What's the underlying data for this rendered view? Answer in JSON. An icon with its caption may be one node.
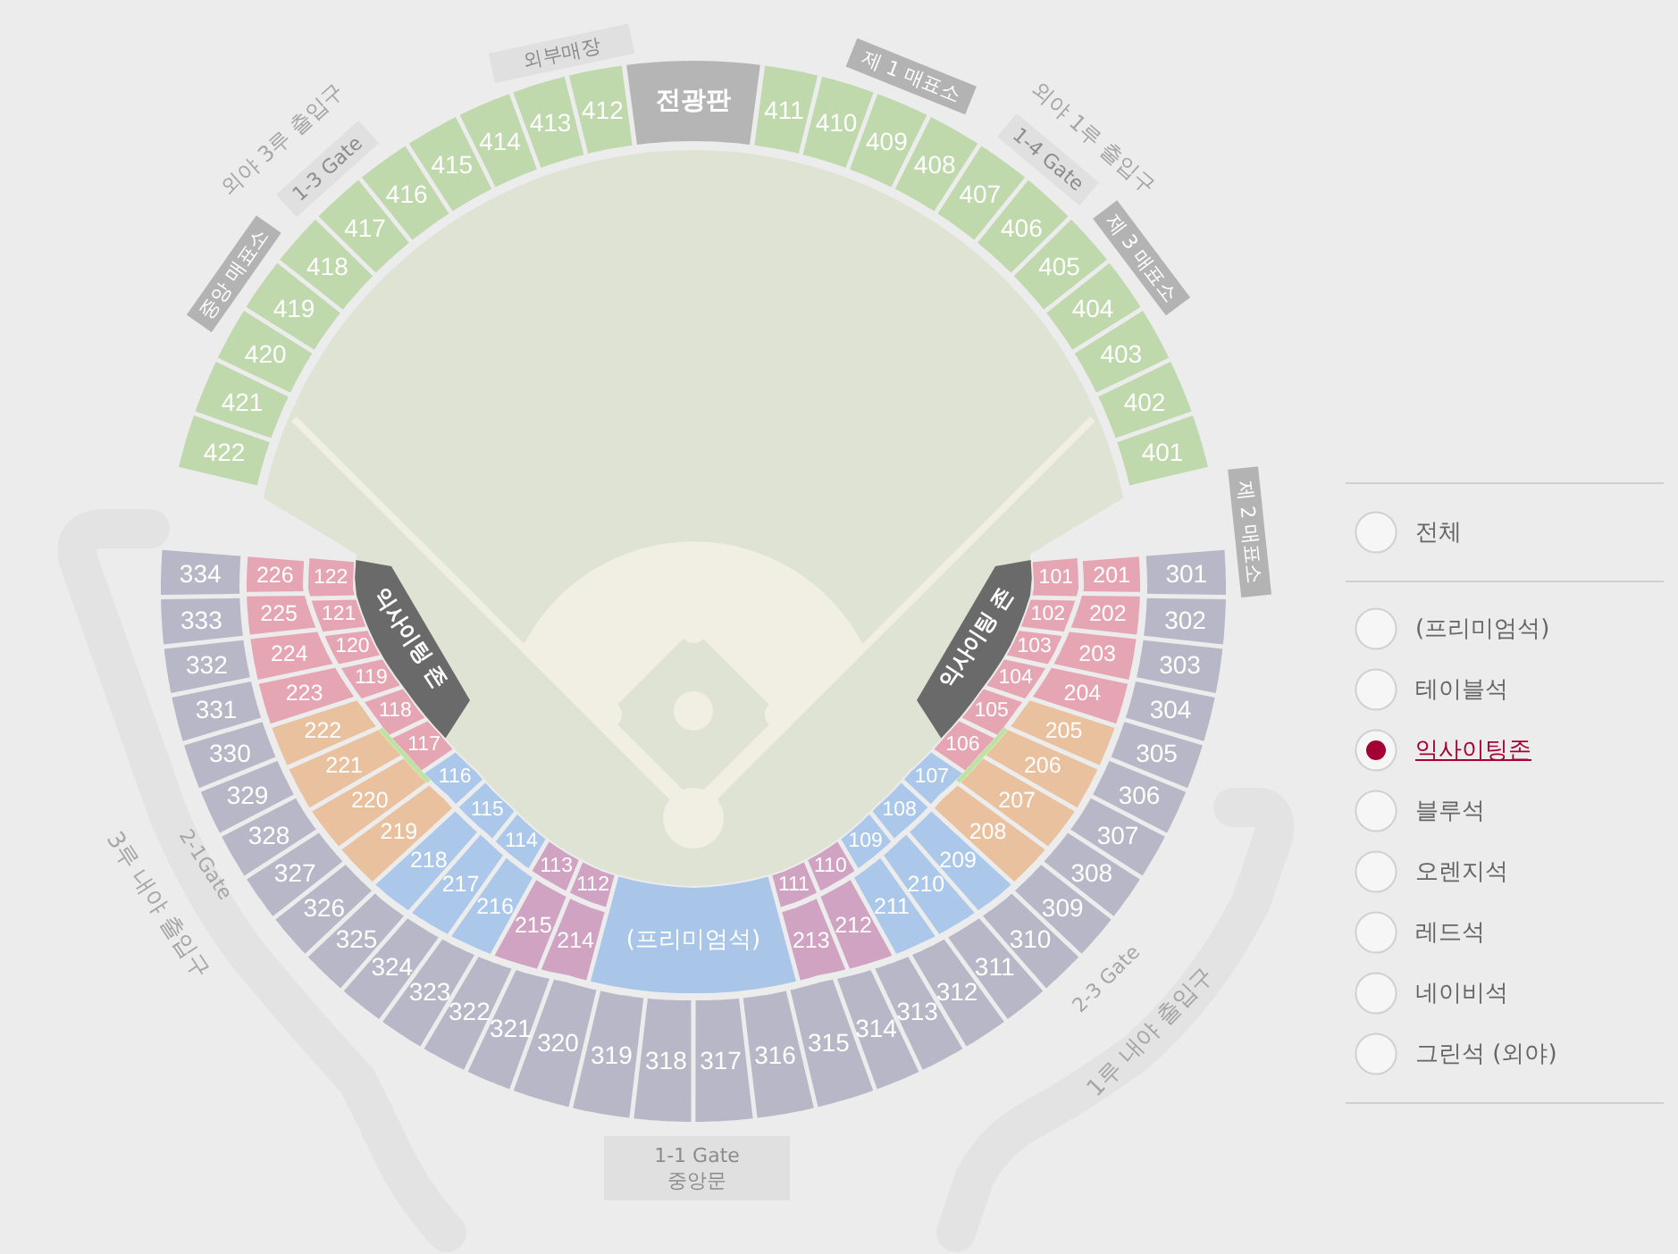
{
  "diagram": {
    "nodes": [
      {
        "text": [
          "외부매장"
        ]
      },
      {
        "text": [
          "전광판"
        ]
      },
      {
        "text": [
          "제 1 매표소"
        ]
      },
      {
        "text": [
          "1-3 Gate"
        ]
      },
      {
        "text": [
          "1-4 Gate"
        ]
      },
      {
        "text": [
          "중앙 매표소"
        ]
      },
      {
        "text": [
          "제 3 매표소"
        ]
      },
      {
        "text": [
          "제 2 매표소"
        ]
      },
      {
        "text": [
          "401"
        ]
      },
      {
        "text": [
          "402"
        ]
      },
      {
        "text": [
          "403"
        ]
      },
      {
        "text": [
          "404"
        ]
      },
      {
        "text": [
          "405"
        ]
      },
      {
        "text": [
          "406"
        ]
      },
      {
        "text": [
          "407"
        ]
      },
      {
        "text": [
          "408"
        ]
      },
      {
        "text": [
          "409"
        ]
      },
      {
        "text": [
          "410"
        ]
      },
      {
        "text": [
          "411"
        ]
      },
      {
        "text": [
          "412"
        ]
      },
      {
        "text": [
          "413"
        ]
      },
      {
        "text": [
          "414"
        ]
      },
      {
        "text": [
          "415"
        ]
      },
      {
        "text": [
          "416"
        ]
      },
      {
        "text": [
          "417"
        ]
      },
      {
        "text": [
          "418"
        ]
      },
      {
        "text": [
          "419"
        ]
      },
      {
        "text": [
          "420"
        ]
      },
      {
        "text": [
          "421"
        ]
      },
      {
        "text": [
          "422"
        ]
      },
      {
        "text": [
          "익사이팅 존"
        ]
      },
      {
        "text": [
          "익사이팅 존"
        ]
      },
      {
        "text": [
          "101"
        ]
      },
      {
        "text": [
          "102"
        ]
      },
      {
        "text": [
          "103"
        ]
      },
      {
        "text": [
          "104"
        ]
      },
      {
        "text": [
          "105"
        ]
      },
      {
        "text": [
          "106"
        ]
      },
      {
        "text": [
          "107"
        ]
      },
      {
        "text": [
          "108"
        ]
      },
      {
        "text": [
          "109"
        ]
      },
      {
        "text": [
          "110"
        ]
      },
      {
        "text": [
          "111"
        ]
      },
      {
        "text": [
          "112"
        ]
      },
      {
        "text": [
          "113"
        ]
      },
      {
        "text": [
          "114"
        ]
      },
      {
        "text": [
          "115"
        ]
      },
      {
        "text": [
          "116"
        ]
      },
      {
        "text": [
          "117"
        ]
      },
      {
        "text": [
          "118"
        ]
      },
      {
        "text": [
          "119"
        ]
      },
      {
        "text": [
          "120"
        ]
      },
      {
        "text": [
          "121"
        ]
      },
      {
        "text": [
          "122"
        ]
      },
      {
        "text": [
          "201"
        ]
      },
      {
        "text": [
          "202"
        ]
      },
      {
        "text": [
          "203"
        ]
      },
      {
        "text": [
          "204"
        ]
      },
      {
        "text": [
          "205"
        ]
      },
      {
        "text": [
          "206"
        ]
      },
      {
        "text": [
          "207"
        ]
      },
      {
        "text": [
          "208"
        ]
      },
      {
        "text": [
          "209"
        ]
      },
      {
        "text": [
          "210"
        ]
      },
      {
        "text": [
          "211"
        ]
      },
      {
        "text": [
          "212"
        ]
      },
      {
        "text": [
          "213"
        ]
      },
      {
        "text": [
          "214"
        ]
      },
      {
        "text": [
          "215"
        ]
      },
      {
        "text": [
          "216"
        ]
      },
      {
        "text": [
          "217"
        ]
      },
      {
        "text": [
          "218"
        ]
      },
      {
        "text": [
          "219"
        ]
      },
      {
        "text": [
          "220"
        ]
      },
      {
        "text": [
          "221"
        ]
      },
      {
        "text": [
          "222"
        ]
      },
      {
        "text": [
          "223"
        ]
      },
      {
        "text": [
          "224"
        ]
      },
      {
        "text": [
          "225"
        ]
      },
      {
        "text": [
          "226"
        ]
      },
      {
        "text": [
          "(프리미엄석)"
        ]
      },
      {
        "text": [
          "301"
        ]
      },
      {
        "text": [
          "302"
        ]
      },
      {
        "text": [
          "303"
        ]
      },
      {
        "text": [
          "304"
        ]
      },
      {
        "text": [
          "305"
        ]
      },
      {
        "text": [
          "306"
        ]
      },
      {
        "text": [
          "307"
        ]
      },
      {
        "text": [
          "308"
        ]
      },
      {
        "text": [
          "309"
        ]
      },
      {
        "text": [
          "310"
        ]
      },
      {
        "text": [
          "311"
        ]
      },
      {
        "text": [
          "312"
        ]
      },
      {
        "text": [
          "313"
        ]
      },
      {
        "text": [
          "314"
        ]
      },
      {
        "text": [
          "315"
        ]
      },
      {
        "text": [
          "316"
        ]
      },
      {
        "text": [
          "317"
        ]
      },
      {
        "text": [
          "318"
        ]
      },
      {
        "text": [
          "319"
        ]
      },
      {
        "text": [
          "320"
        ]
      },
      {
        "text": [
          "321"
        ]
      },
      {
        "text": [
          "322"
        ]
      },
      {
        "text": [
          "323"
        ]
      },
      {
        "text": [
          "324"
        ]
      },
      {
        "text": [
          "325"
        ]
      },
      {
        "text": [
          "326"
        ]
      },
      {
        "text": [
          "327"
        ]
      },
      {
        "text": [
          "328"
        ]
      },
      {
        "text": [
          "329"
        ]
      },
      {
        "text": [
          "330"
        ]
      },
      {
        "text": [
          "331"
        ]
      },
      {
        "text": [
          "332"
        ]
      },
      {
        "text": [
          "333"
        ]
      },
      {
        "text": [
          "334"
        ]
      },
      {
        "text": [
          "1-1 Gate",
          "중앙문"
        ]
      }
    ],
    "labels": [
      "외야 3루 출입구",
      "외야 1루 출입구",
      "3루 내야 출입구",
      "2-1Gate",
      "2-3 Gate",
      "1루 내야 출입구"
    ],
    "legend": [
      {
        "text": "전체"
      },
      {
        "text": "(프리미엄석)"
      },
      {
        "text": "테이블석"
      },
      {
        "text": "익사이팅존"
      },
      {
        "text": "블루석"
      },
      {
        "text": "오렌지석"
      },
      {
        "text": "레드석"
      },
      {
        "text": "네이비석"
      },
      {
        "text": "그린석 (외야)"
      }
    ]
  }
}
